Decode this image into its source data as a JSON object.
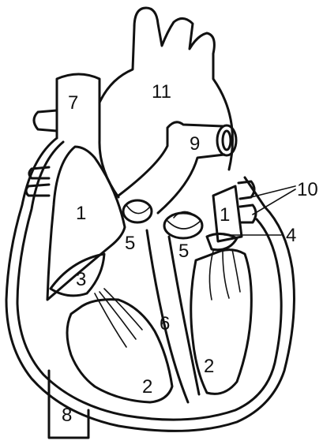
{
  "labels": {
    "l1_right_atrium": "1",
    "l1_left_atrium": "1",
    "l2_right_ventricle": "2",
    "l2_left_ventricle": "2",
    "l3": "3",
    "l4": "4",
    "l5_left": "5",
    "l5_right": "5",
    "l6": "6",
    "l7": "7",
    "l8": "8",
    "l9": "9",
    "l10": "10",
    "l11": "11"
  }
}
